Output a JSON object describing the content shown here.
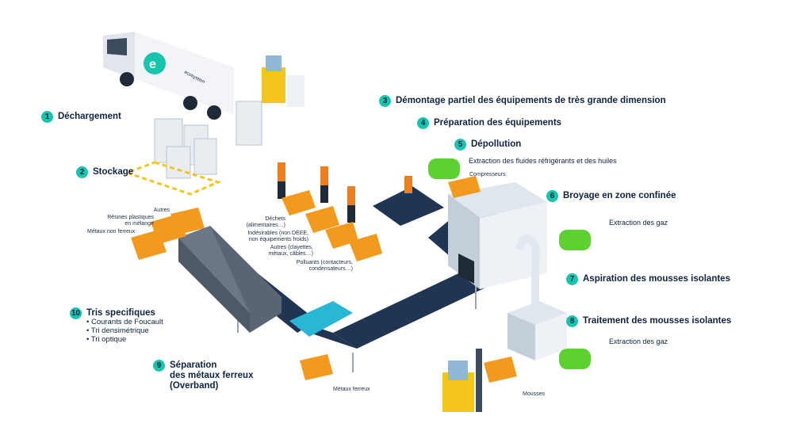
{
  "steps": [
    {
      "num": "1",
      "label": "Déchargement"
    },
    {
      "num": "2",
      "label": "Stockage"
    },
    {
      "num": "3",
      "label": "Démontage partiel des équipements de très grande dimension"
    },
    {
      "num": "4",
      "label": "Préparation des équipements"
    },
    {
      "num": "5",
      "label": "Dépollution"
    },
    {
      "num": "6",
      "label": "Broyage en zone confinée"
    },
    {
      "num": "7",
      "label": "Aspiration des mousses isolantes"
    },
    {
      "num": "8",
      "label": "Traitement des mousses isolantes"
    },
    {
      "num": "9",
      "label": "Séparation\ndes métaux ferreux\n(Overband)"
    },
    {
      "num": "10",
      "label": "Tris specifiques",
      "bullets": [
        "Courants de Foucault",
        "Tri densimétrique",
        "Tri optique"
      ]
    }
  ],
  "notes": {
    "fluids": "Extraction des fluides réfrigérants et des huiles",
    "gas1": "Extraction des gaz",
    "gas2": "Extraction des gaz",
    "compresseurs": "Compresseurs",
    "mousses": "Mousses",
    "metaux_ferreux": "Métaux ferreux"
  },
  "bins_left": {
    "autres": "Autres",
    "resines": "Résines plastiques\nen mélange",
    "metaux": "Métaux non ferreux"
  },
  "bins_center": {
    "dechets": "Déchets\n(alimentaires…)",
    "indesirables": "Indésirables (non DEEE,\nnon équipements froids)",
    "autres": "Autres (clayettes,\nmétaux, câbles…)",
    "polluants": "Polluants (contacteurs,\ncondensateurs…)"
  },
  "truck": {
    "brand": "ecosystem"
  },
  "colors": {
    "accent": "#17c4ae",
    "text": "#0f2340",
    "bin": "#f39a1e",
    "cylinder": "#5cd12f",
    "forklift": "#f5c51c",
    "belt": "#1f3552"
  }
}
